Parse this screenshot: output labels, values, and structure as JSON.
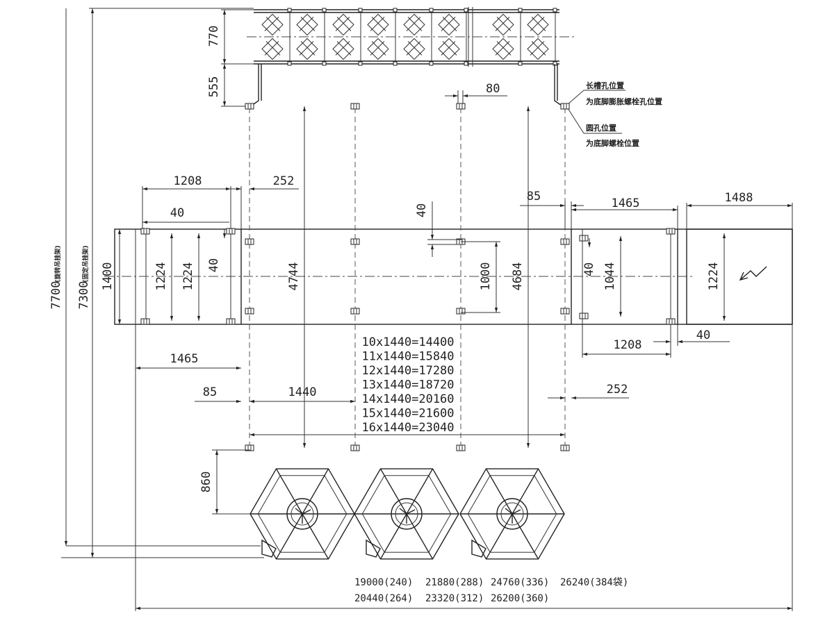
{
  "top_view": {
    "dim_770": "770",
    "dim_555": "555",
    "dim_80": "80"
  },
  "notes": {
    "slot_hole": "长槽孔位置",
    "slot_hole_desc": "为底脚膨胀螺栓孔位置",
    "round_hole": "圆孔位置",
    "round_hole_desc": "为底脚螺栓位置"
  },
  "left_dims": {
    "total_7700": "7700",
    "total_7700_note": "(旋转吊挂架)",
    "total_7300": "7300",
    "total_7300_note": "(固定吊挂架)"
  },
  "plan": {
    "dim_1208_left": "1208",
    "dim_252_left": "252",
    "dim_40_left": "40",
    "dim_1400": "1400",
    "dim_1224_a": "1224",
    "dim_1224_b": "1224",
    "dim_40_vert_left": "40",
    "dim_4744": "4744",
    "dim_40_center": "40",
    "dim_1000": "1000",
    "dim_4684": "4684",
    "dim_85_right": "85",
    "dim_1465_right": "1465",
    "dim_40_vert_right": "40",
    "dim_1044": "1044",
    "dim_1488": "1488",
    "dim_1224_right": "1224",
    "dim_1208_right": "1208",
    "dim_40_right_bottom": "40",
    "dim_1465_left": "1465",
    "dim_85_left": "85",
    "dim_1440": "1440",
    "dim_252_right": "252",
    "dim_860": "860"
  },
  "length_table": [
    "10x1440=14400",
    "11x1440=15840",
    "12x1440=17280",
    "13x1440=18720",
    "14x1440=20160",
    "15x1440=21600",
    "16x1440=23040"
  ],
  "overall_lengths": {
    "row1": [
      "19000(240)",
      "21880(288)",
      "24760(336)",
      "26240(384袋)"
    ],
    "row2": [
      "20440(264)",
      "23320(312)",
      "26200(360)"
    ]
  }
}
